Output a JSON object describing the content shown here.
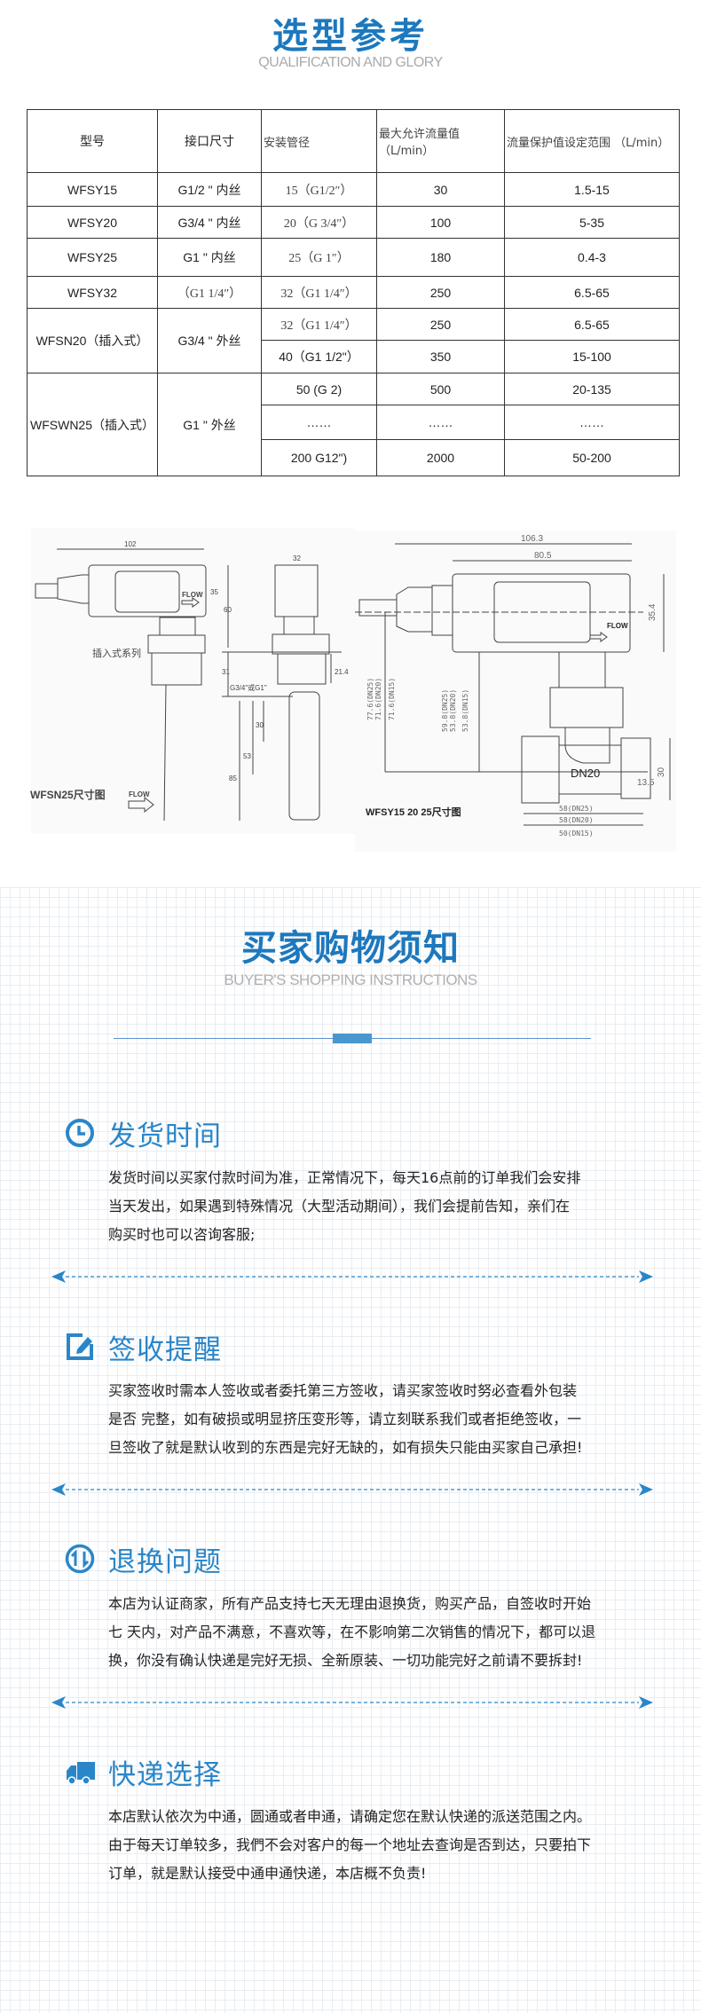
{
  "selection": {
    "title": "选型参考",
    "subtitle": "QUALIFICATION AND GLORY"
  },
  "table": {
    "headers": [
      "型号",
      "接口尺寸",
      "安装管径",
      "最大允许流量值（L/min）",
      "流量保护值设定范围 （L/min）"
    ],
    "rows": [
      {
        "model": "WFSY15",
        "port": "G1/2 \" 内丝",
        "pipe": "15（G1/2″）",
        "max": "30",
        "range": "1.5-15"
      },
      {
        "model": "WFSY20",
        "port": "G3/4 \" 内丝",
        "pipe": "20（G 3/4″）",
        "max": "100",
        "range": "5-35"
      },
      {
        "model": "WFSY25",
        "port": "G1 \" 内丝",
        "pipe": "25（G 1″）",
        "max": "180",
        "range": "0.4-3"
      },
      {
        "model": "WFSY32",
        "port": "（G1 1/4″）",
        "pipe": "32（G1 1/4″）",
        "max": "250",
        "range": "6.5-65"
      },
      {
        "model": "WFSN20（插入式）",
        "port": "G3/4 \" 外丝",
        "pipe": "32（G1 1/4″）",
        "max": "250",
        "range": "6.5-65"
      },
      {
        "pipe": "40（G1 1/2\"）",
        "max": "350",
        "range": "15-100"
      },
      {
        "model": "WFSWN25（插入式）",
        "port": "G1 \" 外丝",
        "pipe": "50 (G 2)",
        "max": "500",
        "range": "20-135"
      },
      {
        "pipe": "……",
        "max": "……",
        "range": "……"
      },
      {
        "pipe": "200   G12\")",
        "max": "2000",
        "range": "50-200"
      }
    ]
  },
  "drawings": {
    "left": {
      "dim_width": "102",
      "dim_height": "35",
      "dim_top": "32",
      "dim_60": "60",
      "dim_31": "31",
      "dim_21": "21.4",
      "thread": "G3/4\"或G1\"",
      "dim_30": "30",
      "dim_53": "53",
      "dim_85": "85",
      "flow": "FLOW",
      "series": "插入式系列",
      "caption": "WFSN25尺寸图"
    },
    "right": {
      "dim_total": "106.3",
      "dim_body": "80.5",
      "dim_h": "35.4",
      "flow": "FLOW",
      "h1": "77.6(DN25)",
      "h2": "71.6(DN20)",
      "h3": "71.6(DN15)",
      "h4": "59.8(DN25)",
      "h5": "53.8(DN20)",
      "h6": "53.8(DN15)",
      "dn": "DN20",
      "d30": "30",
      "d135": "13.5",
      "w1": "58(DN25)",
      "w2": "58(DN20)",
      "w3": "50(DN15)",
      "caption": "WFSY15 20 25尺寸图"
    }
  },
  "buyer": {
    "title": "买家购物须知",
    "subtitle": "BUYER'S SHOPPING INSTRUCTIONS"
  },
  "sections": [
    {
      "icon": "clock-icon",
      "title": "发货时间",
      "lines": [
        "发货时间以买家付款时间为准，正常情况下，每天16点前的订单我们会安排",
        "当天发出，如果遇到特殊情况（大型活动期间），我们会提前告知，亲们在",
        "购买时也可以咨询客服;"
      ]
    },
    {
      "icon": "edit-icon",
      "title": "签收提醒",
      "lines": [
        "买家签收时需本人签收或者委托第三方签收，请买家签收时努必查看外包装",
        "是否 完整，如有破损或明显挤压变形等，请立刻联系我们或者拒绝签收，一",
        "旦签收了就是默认收到的东西是完好无缺的，如有损失只能由买家自己承担!"
      ]
    },
    {
      "icon": "refresh-icon",
      "title": "退换问题",
      "lines": [
        "本店为认证商家，所有产品支持七天无理由退换货，购买产品，自签收时开始",
        "七 天内，对产品不满意，不喜欢等，在不影响第二次销售的情况下，都可以退",
        "换，你没有确认快递是完好无损、全新原装、一切功能完好之前请不要拆封!"
      ]
    },
    {
      "icon": "truck-icon",
      "title": "快递选择",
      "lines": [
        "本店默认依次为中通，圆通或者申通，请确定您在默认快递的派送范围之内。",
        "由于每天订单较多，我們不会对客户的每一个地址去查询是否到达，只要拍下",
        "订单，就是默认接受中通申通快递，本店概不负责!"
      ]
    }
  ],
  "colors": {
    "accent": "#1d78bd",
    "heading": "#2a86c8",
    "divider": "#3b8fd0"
  }
}
